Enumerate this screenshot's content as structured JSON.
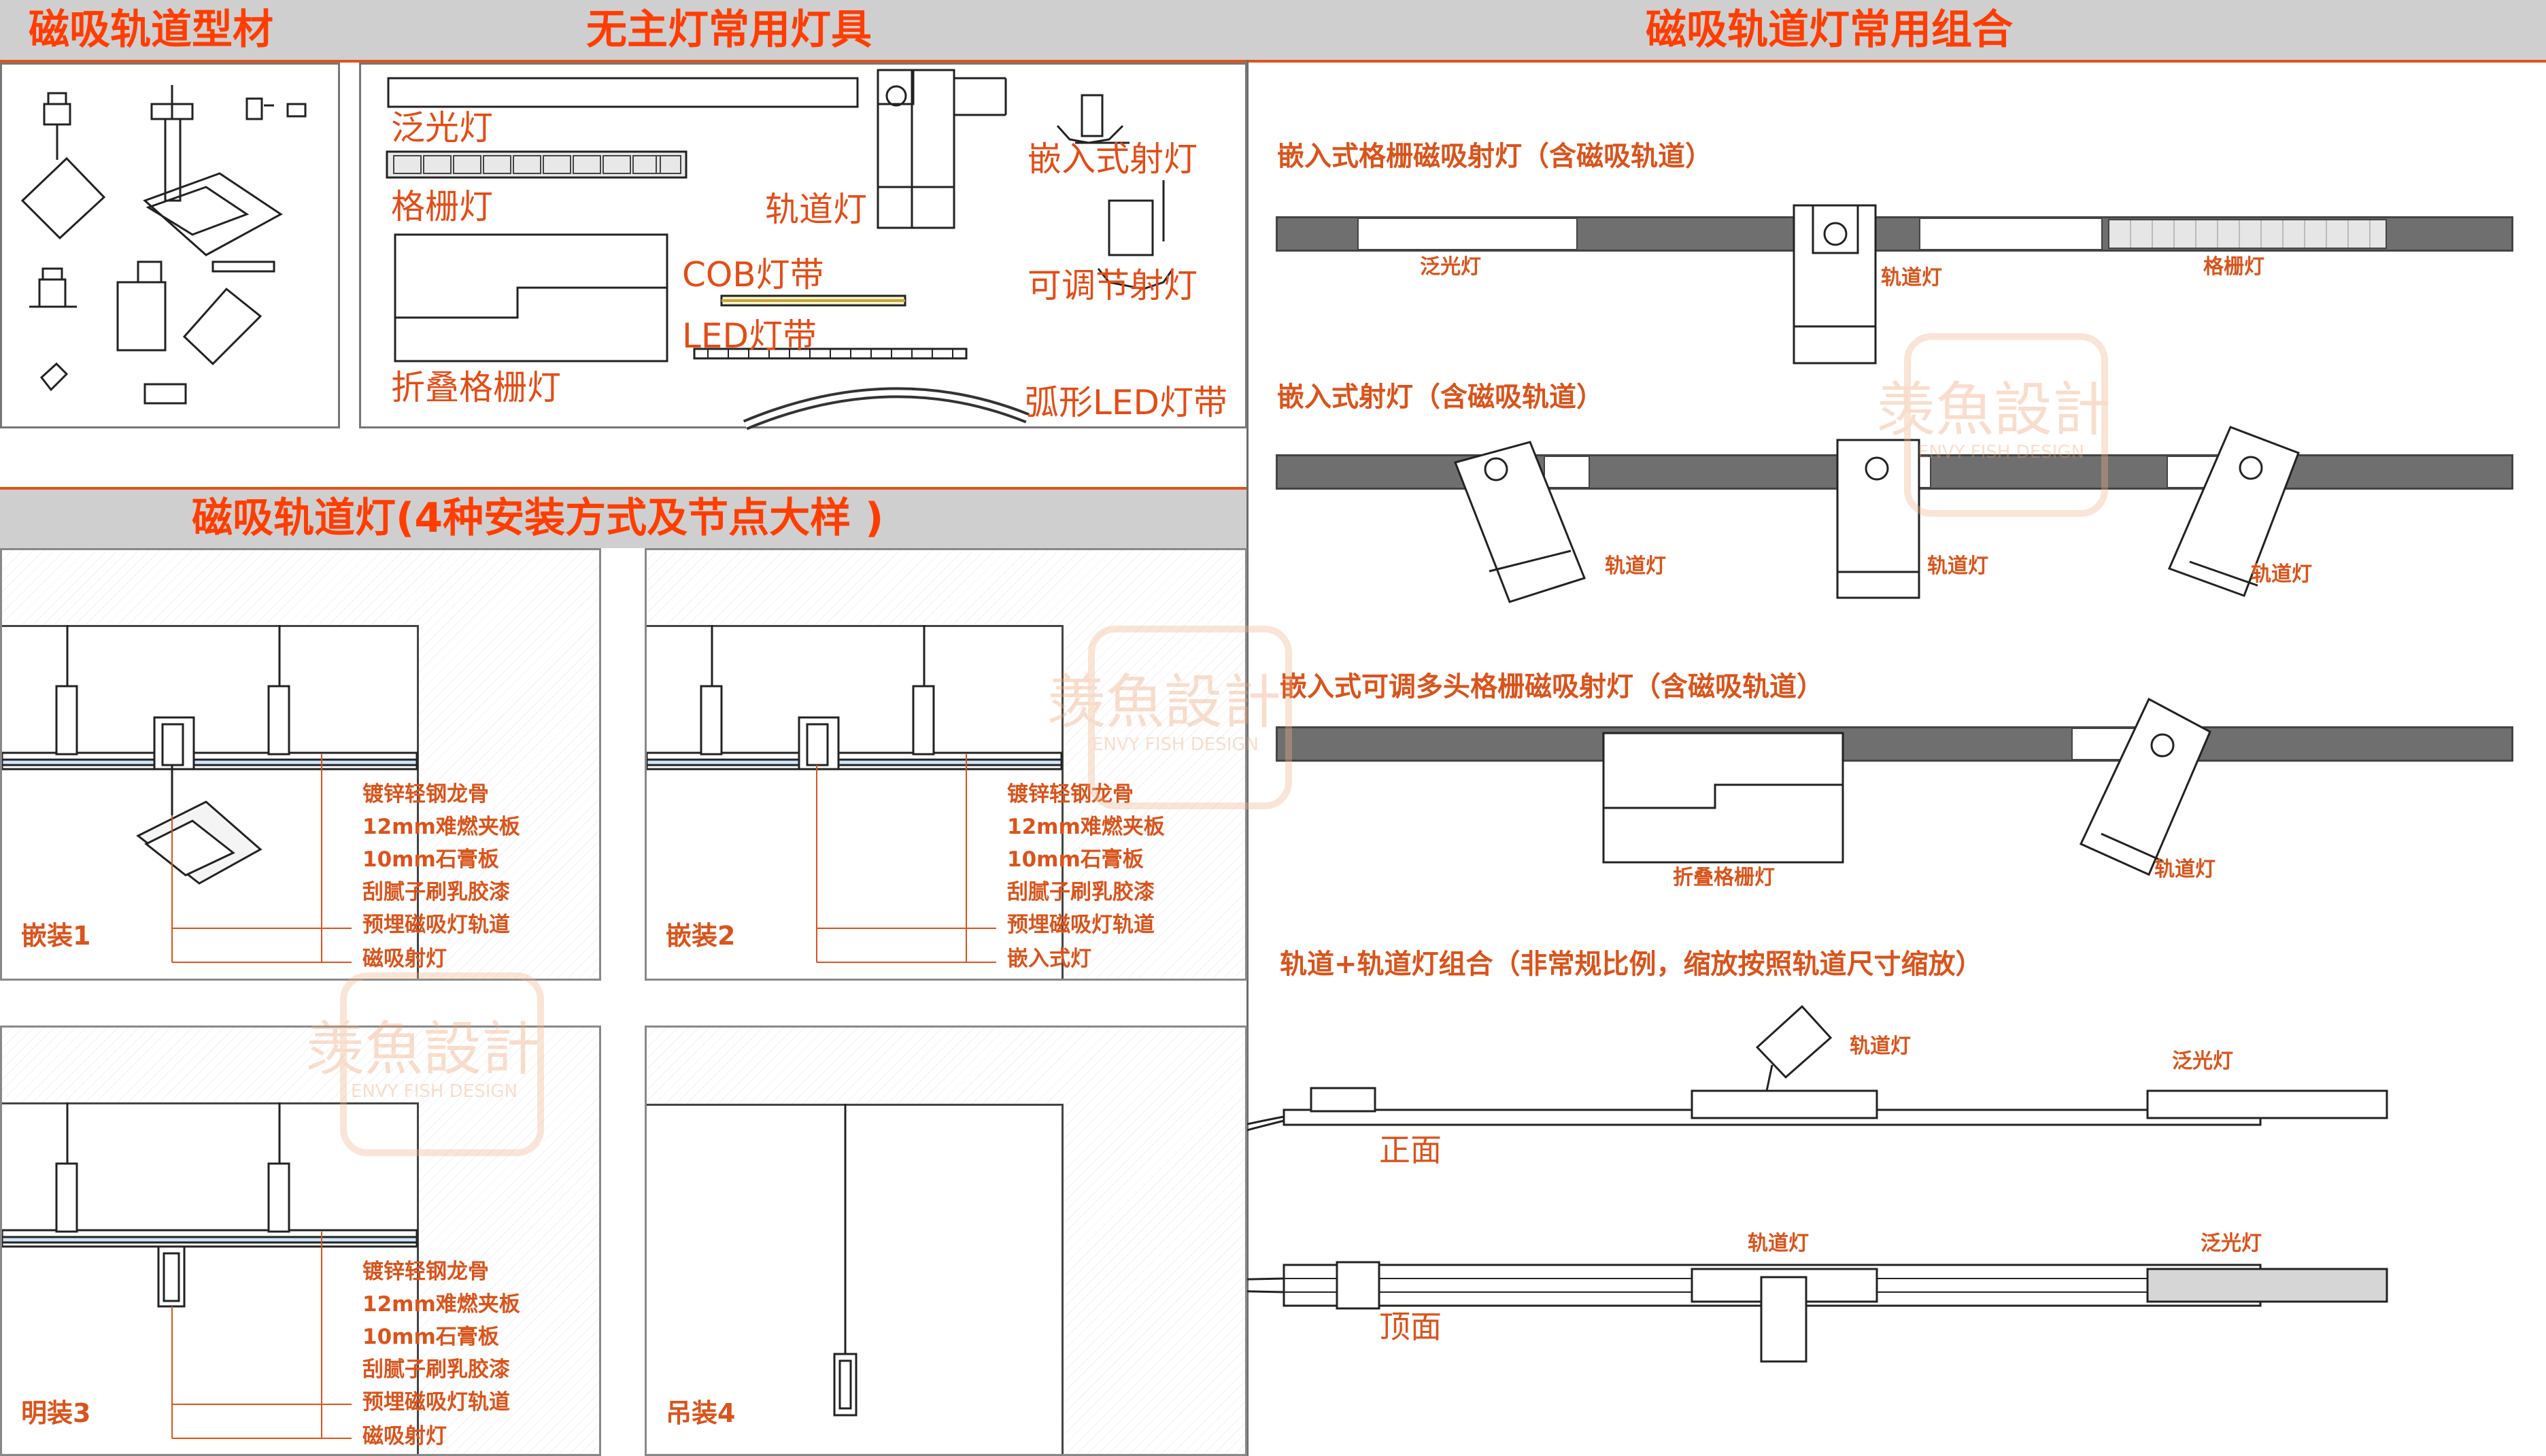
{
  "colors": {
    "accent": "#ff3d00",
    "label": "#d9541c",
    "bar": "#cfcfcf",
    "track": "#6f6f6f",
    "line": "#555555"
  },
  "headers": {
    "profile": "磁吸轨道型材",
    "fixtures": "无主灯常用灯具",
    "combos": "磁吸轨道灯常用组合",
    "install": "磁吸轨道灯(4种安装方式及节点大样 )"
  },
  "fixtures": {
    "floodlight": "泛光灯",
    "grille": "格栅灯",
    "folding_grille": "折叠格栅灯",
    "track_light": "轨道灯",
    "recessed_spot": "嵌入式射灯",
    "adjustable_spot": "可调节射灯",
    "cob_strip": "COB灯带",
    "led_strip": "LED灯带",
    "arc_led_strip": "弧形LED灯带"
  },
  "combos": {
    "c1_title": "嵌入式格栅磁吸射灯（含磁吸轨道）",
    "c1_flood": "泛光灯",
    "c1_track": "轨道灯",
    "c1_grille": "格栅灯",
    "c2_title": "嵌入式射灯（含磁吸轨道）",
    "c2_track_a": "轨道灯",
    "c2_track_b": "轨道灯",
    "c2_track_c": "轨道灯",
    "c3_title": "嵌入式可调多头格栅磁吸射灯（含磁吸轨道）",
    "c3_folding": "折叠格栅灯",
    "c3_track": "轨道灯",
    "c4_title": "轨道+轨道灯组合（非常规比例，缩放按照轨道尺寸缩放）",
    "front_track": "轨道灯",
    "front_flood": "泛光灯",
    "front_view": "正面",
    "top_track": "轨道灯",
    "top_flood": "泛光灯",
    "top_view": "顶面"
  },
  "install": {
    "n1": {
      "name": "嵌装1",
      "callouts": [
        "镀锌轻钢龙骨",
        "12mm难燃夹板",
        "10mm石膏板",
        "刮腻子刷乳胶漆",
        "预埋磁吸灯轨道",
        "磁吸射灯"
      ]
    },
    "n2": {
      "name": "嵌装2",
      "callouts": [
        "镀锌轻钢龙骨",
        "12mm难燃夹板",
        "10mm石膏板",
        "刮腻子刷乳胶漆",
        "预埋磁吸灯轨道",
        "嵌入式灯"
      ]
    },
    "n3": {
      "name": "明装3",
      "callouts": [
        "镀锌轻钢龙骨",
        "12mm难燃夹板",
        "10mm石膏板",
        "刮腻子刷乳胶漆",
        "预埋磁吸灯轨道",
        "磁吸射灯"
      ]
    },
    "n4": {
      "name": "吊装4"
    }
  },
  "watermark": {
    "cn": "羡魚設計",
    "en": "ENVY FISH DESIGN"
  }
}
